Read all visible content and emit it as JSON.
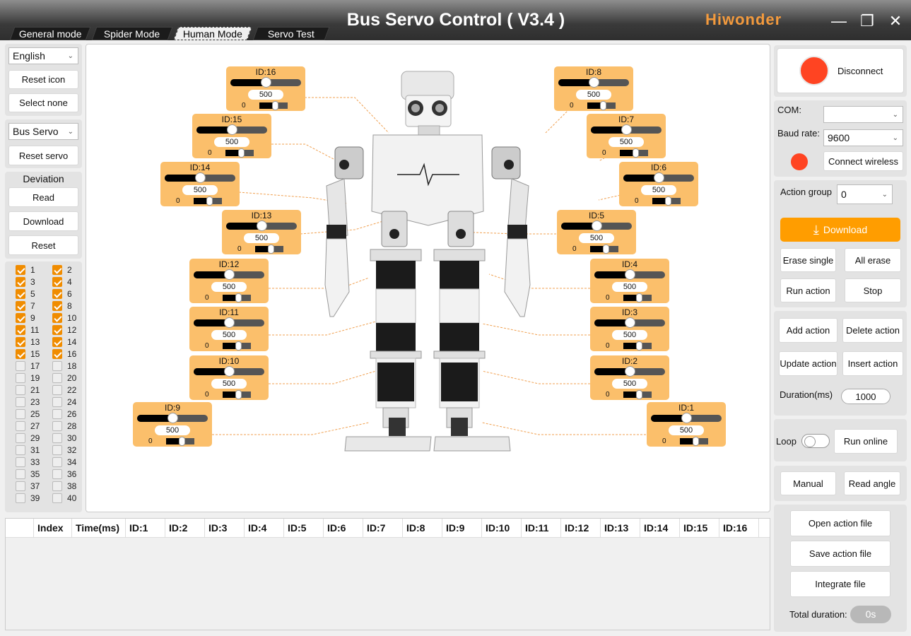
{
  "window": {
    "title": "Bus Servo Control ( V3.4 )",
    "logo": "Hiwonder",
    "minimize_icon": "minimize-icon",
    "maximize_icon": "maximize-icon",
    "close_icon": "close-icon"
  },
  "tabs": [
    {
      "label": "General mode"
    },
    {
      "label": "Spider Mode"
    },
    {
      "label": "Human Mode",
      "active": true
    },
    {
      "label": "Servo Test"
    }
  ],
  "left": {
    "language": "English",
    "reset_icon": "Reset icon",
    "select_none": "Select none",
    "servo_type": "Bus Servo",
    "reset_servo": "Reset servo",
    "deviation": {
      "title": "Deviation",
      "read": "Read",
      "download": "Download",
      "reset": "Reset"
    },
    "servo_checks": [
      {
        "id": "1",
        "checked": true
      },
      {
        "id": "2",
        "checked": true
      },
      {
        "id": "3",
        "checked": true
      },
      {
        "id": "4",
        "checked": true
      },
      {
        "id": "5",
        "checked": true
      },
      {
        "id": "6",
        "checked": true
      },
      {
        "id": "7",
        "checked": true
      },
      {
        "id": "8",
        "checked": true
      },
      {
        "id": "9",
        "checked": true
      },
      {
        "id": "10",
        "checked": true
      },
      {
        "id": "11",
        "checked": true
      },
      {
        "id": "12",
        "checked": true
      },
      {
        "id": "13",
        "checked": true
      },
      {
        "id": "14",
        "checked": true
      },
      {
        "id": "15",
        "checked": true
      },
      {
        "id": "16",
        "checked": true
      },
      {
        "id": "17",
        "checked": false
      },
      {
        "id": "18",
        "checked": false
      },
      {
        "id": "19",
        "checked": false
      },
      {
        "id": "20",
        "checked": false
      },
      {
        "id": "21",
        "checked": false
      },
      {
        "id": "22",
        "checked": false
      },
      {
        "id": "23",
        "checked": false
      },
      {
        "id": "24",
        "checked": false
      },
      {
        "id": "25",
        "checked": false
      },
      {
        "id": "26",
        "checked": false
      },
      {
        "id": "27",
        "checked": false
      },
      {
        "id": "28",
        "checked": false
      },
      {
        "id": "29",
        "checked": false
      },
      {
        "id": "30",
        "checked": false
      },
      {
        "id": "31",
        "checked": false
      },
      {
        "id": "32",
        "checked": false
      },
      {
        "id": "33",
        "checked": false
      },
      {
        "id": "34",
        "checked": false
      },
      {
        "id": "35",
        "checked": false
      },
      {
        "id": "36",
        "checked": false
      },
      {
        "id": "37",
        "checked": false
      },
      {
        "id": "38",
        "checked": false
      },
      {
        "id": "39",
        "checked": false
      },
      {
        "id": "40",
        "checked": false
      }
    ]
  },
  "servos": [
    {
      "id": "ID:16",
      "value": "500",
      "dev": "0",
      "pos_frac": 0.5,
      "dev_frac": 0.55
    },
    {
      "id": "ID:8",
      "value": "500",
      "dev": "0",
      "pos_frac": 0.5,
      "dev_frac": 0.55
    },
    {
      "id": "ID:15",
      "value": "500",
      "dev": "0",
      "pos_frac": 0.5,
      "dev_frac": 0.55
    },
    {
      "id": "ID:7",
      "value": "500",
      "dev": "0",
      "pos_frac": 0.5,
      "dev_frac": 0.55
    },
    {
      "id": "ID:14",
      "value": "500",
      "dev": "0",
      "pos_frac": 0.5,
      "dev_frac": 0.55
    },
    {
      "id": "ID:6",
      "value": "500",
      "dev": "0",
      "pos_frac": 0.5,
      "dev_frac": 0.55
    },
    {
      "id": "ID:13",
      "value": "500",
      "dev": "0",
      "pos_frac": 0.5,
      "dev_frac": 0.55
    },
    {
      "id": "ID:5",
      "value": "500",
      "dev": "0",
      "pos_frac": 0.5,
      "dev_frac": 0.55
    },
    {
      "id": "ID:12",
      "value": "500",
      "dev": "0",
      "pos_frac": 0.5,
      "dev_frac": 0.55
    },
    {
      "id": "ID:4",
      "value": "500",
      "dev": "0",
      "pos_frac": 0.5,
      "dev_frac": 0.55
    },
    {
      "id": "ID:11",
      "value": "500",
      "dev": "0",
      "pos_frac": 0.5,
      "dev_frac": 0.55
    },
    {
      "id": "ID:3",
      "value": "500",
      "dev": "0",
      "pos_frac": 0.5,
      "dev_frac": 0.55
    },
    {
      "id": "ID:10",
      "value": "500",
      "dev": "0",
      "pos_frac": 0.5,
      "dev_frac": 0.55
    },
    {
      "id": "ID:2",
      "value": "500",
      "dev": "0",
      "pos_frac": 0.5,
      "dev_frac": 0.55
    },
    {
      "id": "ID:9",
      "value": "500",
      "dev": "0",
      "pos_frac": 0.5,
      "dev_frac": 0.55
    },
    {
      "id": "ID:1",
      "value": "500",
      "dev": "0",
      "pos_frac": 0.5,
      "dev_frac": 0.55
    }
  ],
  "table": {
    "columns": [
      "Index",
      "Time(ms)",
      "ID:1",
      "ID:2",
      "ID:3",
      "ID:4",
      "ID:5",
      "ID:6",
      "ID:7",
      "ID:8",
      "ID:9",
      "ID:10",
      "ID:11",
      "ID:12",
      "ID:13",
      "ID:14",
      "ID:15",
      "ID:16"
    ]
  },
  "right": {
    "disconnect": "Disconnect",
    "status_color": "#ff4422",
    "com_label": "COM:",
    "com_value": "",
    "baud_label": "Baud rate:",
    "baud_value": "9600",
    "connect_wireless": "Connect wireless",
    "action_group_label": "Action group",
    "action_group_value": "0",
    "download": "Download",
    "download_icon": "download-icon",
    "accent": "#ff9d00",
    "erase_single": "Erase single",
    "all_erase": "All erase",
    "run_action": "Run action",
    "stop": "Stop",
    "add_action": "Add action",
    "delete_action": "Delete action",
    "update_action": "Update action",
    "insert_action": "Insert action",
    "duration_label": "Duration(ms)",
    "duration_value": "1000",
    "loop_label": "Loop",
    "run_online": "Run online",
    "manual": "Manual",
    "read_angle": "Read angle",
    "open_action_file": "Open action file",
    "save_action_file": "Save action file",
    "integrate_file": "Integrate file",
    "total_duration_label": "Total duration:",
    "total_duration_value": "0s"
  }
}
